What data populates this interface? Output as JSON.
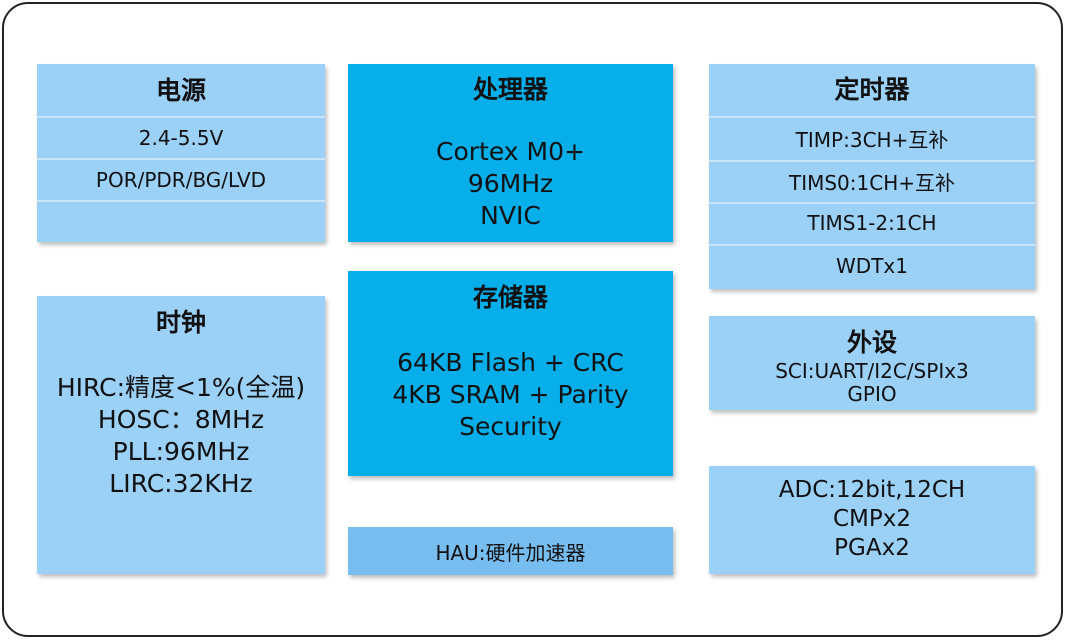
{
  "power": {
    "title": "电源",
    "items": [
      "2.4-5.5V",
      "POR/PDR/BG/LVD"
    ]
  },
  "processor": {
    "title": "处理器",
    "lines": [
      "Cortex M0+",
      "96MHz",
      "NVIC"
    ]
  },
  "timer": {
    "title": "定时器",
    "items": [
      "TIMP:3CH+互补",
      "TIMS0:1CH+互补",
      "TIMS1-2:1CH",
      "WDTx1"
    ]
  },
  "clock": {
    "title": "时钟",
    "lines": [
      "HIRC:精度<1%(全温)",
      "HOSC：8MHz",
      "PLL:96MHz",
      "LIRC:32KHz"
    ]
  },
  "memory": {
    "title": "存储器",
    "lines": [
      "64KB Flash + CRC",
      "4KB SRAM + Parity",
      "Security"
    ]
  },
  "peripheral": {
    "title": "外设",
    "lines": [
      "SCI:UART/I2C/SPIx3",
      "GPIO"
    ]
  },
  "hau": {
    "label": "HAU:硬件加速器"
  },
  "analog": {
    "lines": [
      "ADC:12bit,12CH",
      "CMPx2",
      "PGAx2"
    ]
  },
  "colors": {
    "light_block": "#9bd0f7",
    "dark_block": "#06aeea",
    "hau_block": "#78bdf0"
  }
}
